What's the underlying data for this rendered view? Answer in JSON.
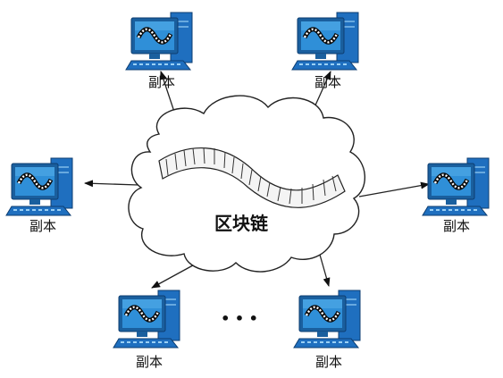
{
  "center_label": "区块链",
  "replica_label": "副本",
  "ellipsis": "• • •",
  "replicas": [
    {
      "id": "top-left"
    },
    {
      "id": "top-right"
    },
    {
      "id": "left"
    },
    {
      "id": "right"
    },
    {
      "id": "bottom-left"
    },
    {
      "id": "bottom-right"
    }
  ],
  "colors": {
    "screen": "#2f8fd8",
    "screen_dark": "#1a5f9e",
    "screen_light": "#5fb6ee",
    "casing": "#1f6fbf",
    "wave": "#0a0a0a",
    "cloud_fill": "#ffffff",
    "cloud_stroke": "#222222",
    "chain_fill": "#f4f4f4",
    "text": "#111111"
  }
}
